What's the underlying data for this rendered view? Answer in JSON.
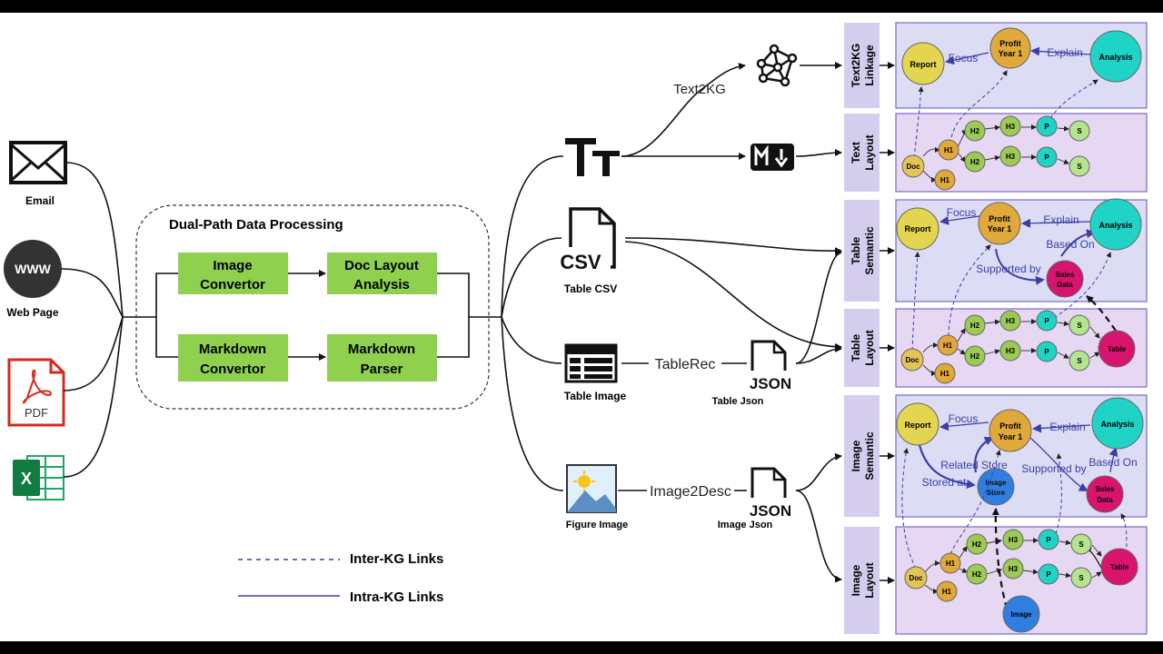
{
  "sources": {
    "email": "Email",
    "web_page": "Web Page",
    "pdf": "PDF",
    "www": "WWW"
  },
  "processing": {
    "title": "Dual-Path Data Processing",
    "image_convertor": [
      "Image",
      "Convertor"
    ],
    "doc_layout": [
      "Doc Layout",
      "Analysis"
    ],
    "md_convertor": [
      "Markdown",
      "Convertor"
    ],
    "md_parser": [
      "Markdown",
      "Parser"
    ]
  },
  "legend": {
    "inter": "Inter-KG Links",
    "intra": "Intra-KG Links"
  },
  "middle": {
    "text2kg": "Text2KG",
    "table_csv": "Table CSV",
    "csv": "CSV",
    "table_image": "Table Image",
    "tablerec": "TableRec",
    "table_json": "Table Json",
    "json": "JSON",
    "figure_image": "Figure Image",
    "image2desc": "Image2Desc",
    "image_json": "Image Json"
  },
  "panels": {
    "text2kg_linkage": [
      "Text2KG",
      "Linkage"
    ],
    "text_layout": [
      "Text",
      "Layout"
    ],
    "table_semantic": [
      "Table",
      "Semantic"
    ],
    "table_layout": [
      "Table",
      "Layout"
    ],
    "image_semantic": [
      "Image",
      "Semantic"
    ],
    "image_layout": [
      "Image",
      "Layout"
    ]
  },
  "nodes": {
    "report": "Report",
    "profit": [
      "Profit",
      "Year 1"
    ],
    "analysis": "Analysis",
    "doc": "Doc",
    "h1": "H1",
    "h2": "H2",
    "h3": "H3",
    "p": "P",
    "s": "S",
    "table": "Table",
    "sales": [
      "Sales",
      "Data"
    ],
    "image_store": [
      "Image",
      "Store"
    ],
    "image": "Image"
  },
  "edges": {
    "focus": "Focus",
    "explain": "Explain",
    "based_on": "Based On",
    "supported_by": "Supported by",
    "related_store": "Related Store",
    "stored_at": "Stored at"
  },
  "colors": {
    "report": "#e3d54f",
    "profit": "#e0a93a",
    "analysis": "#1fd3c6",
    "doc": "#e3c455",
    "h": "#9ccb55",
    "p": "#1fd3c6",
    "s": "#b3e48e",
    "table": "#d8146e",
    "image_store": "#2f7fe0",
    "green_box": "#8fd14f",
    "panel_blue": "#dcdcf4",
    "panel_purple": "#e6d7f2",
    "label_bg": "#d4cdee",
    "edge_label": "#3b3da8"
  }
}
